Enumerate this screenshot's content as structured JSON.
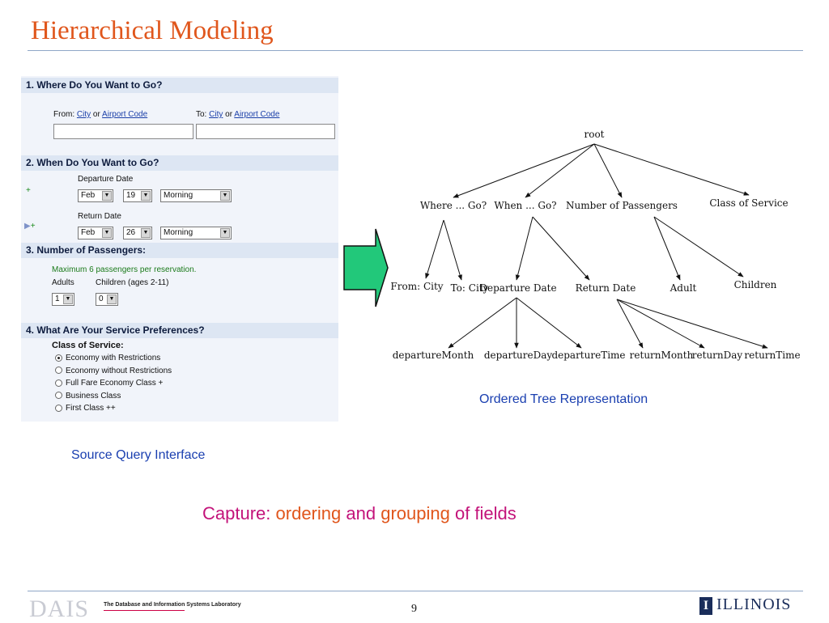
{
  "slide": {
    "title": "Hierarchical Modeling",
    "page_number": "9",
    "footer_left": "DAIS",
    "footer_left_sub": "The Database and Information Systems Laboratory",
    "footer_right": "ILLINOIS"
  },
  "form": {
    "sec1": "1. Where Do You Want to Go?",
    "from_prefix": "From:",
    "from_city": "City",
    "or1": "or",
    "from_airport": "Airport Code",
    "to_prefix": "To:",
    "to_city": "City",
    "or2": "or",
    "to_airport": "Airport Code",
    "sec2": "2. When Do You Want to Go?",
    "departure_label": "Departure Date",
    "dep_month": "Feb",
    "dep_day": "19",
    "dep_time": "Morning",
    "return_label": "Return Date",
    "ret_month": "Feb",
    "ret_day": "26",
    "ret_time": "Morning",
    "plus": "+",
    "sec3": "3. Number of Passengers:",
    "max_note": "Maximum 6 passengers per reservation.",
    "adults_label": "Adults",
    "children_label": "Children (ages 2-11)",
    "adults_value": "1",
    "children_value": "0",
    "sec4": "4. What Are Your Service Preferences?",
    "class_label": "Class of Service:",
    "classes": [
      "Economy with Restrictions",
      "Economy without Restrictions",
      "Full Fare Economy Class +",
      "Business Class",
      "First Class ++"
    ],
    "selected_class": 0
  },
  "captions": {
    "source": "Source Query Interface",
    "tree": "Ordered Tree Representation",
    "capture_prefix": "Capture:",
    "capture_ordering": "ordering",
    "capture_and": "and",
    "capture_grouping": "grouping",
    "capture_suffix": "of fields"
  },
  "tree": {
    "root": "root",
    "level1": [
      "Where ... Go?",
      "When ... Go?",
      "Number of Passengers",
      "Class of Service"
    ],
    "level2": [
      "From: City",
      "To: City",
      "Departure Date",
      "Return Date",
      "Adult",
      "Children"
    ],
    "level3": [
      "departureMonth",
      "departureDay",
      "departureTime",
      "returnMonth",
      "returnDay",
      "returnTime"
    ]
  },
  "colors": {
    "title": "#e0561c",
    "caption": "#1a3fb0",
    "accent_magenta": "#c3137a",
    "arrow_fill": "#22c87a"
  }
}
